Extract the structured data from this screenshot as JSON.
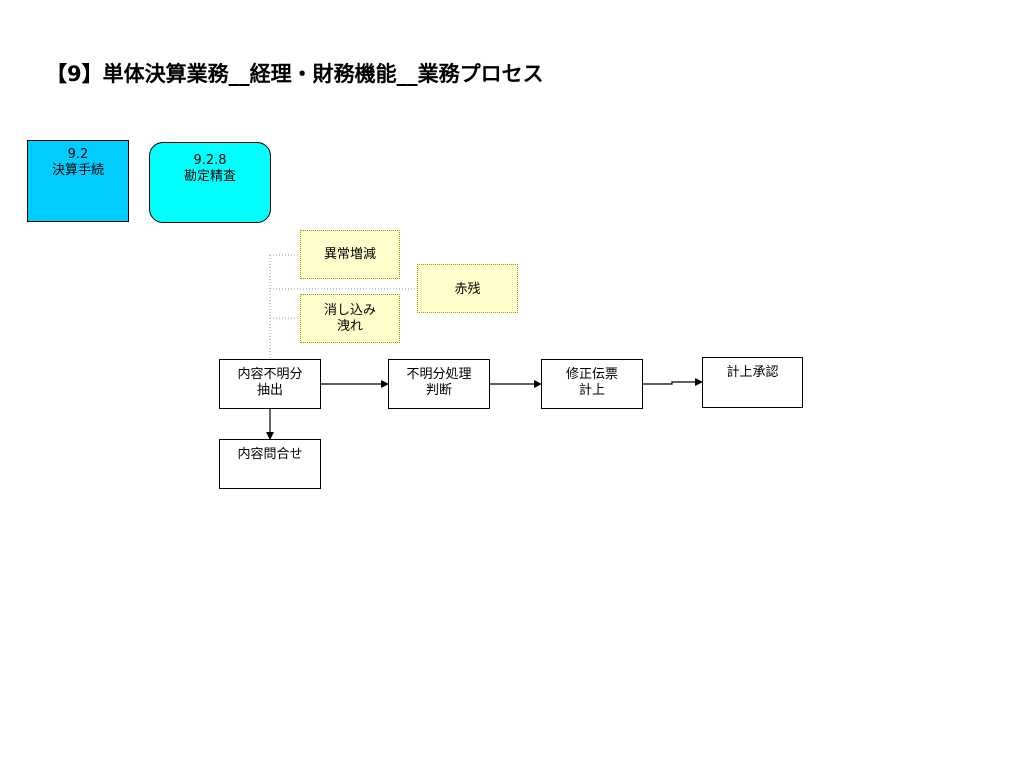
{
  "title": "【9】単体決算業務__経理・財務機能__業務プロセス",
  "categories": {
    "level1": {
      "number": "9.2",
      "label": "決算手続"
    },
    "level2": {
      "number": "9.2.8",
      "label": "勘定精査"
    }
  },
  "notes": {
    "abnormal": "異常増減",
    "red_balance": "赤残",
    "clearing_line1": "消し込み",
    "clearing_line2": "洩れ"
  },
  "steps": {
    "extract_line1": "内容不明分",
    "extract_line2": "抽出",
    "judge_line1": "不明分処理",
    "judge_line2": "判断",
    "correct_line1": "修正伝票",
    "correct_line2": "計上",
    "approve": "計上承認",
    "inquiry": "内容問合せ"
  },
  "colors": {
    "category_square": "#00ccff",
    "category_round": "#00ffff",
    "note_fill": "#ffffcc"
  }
}
